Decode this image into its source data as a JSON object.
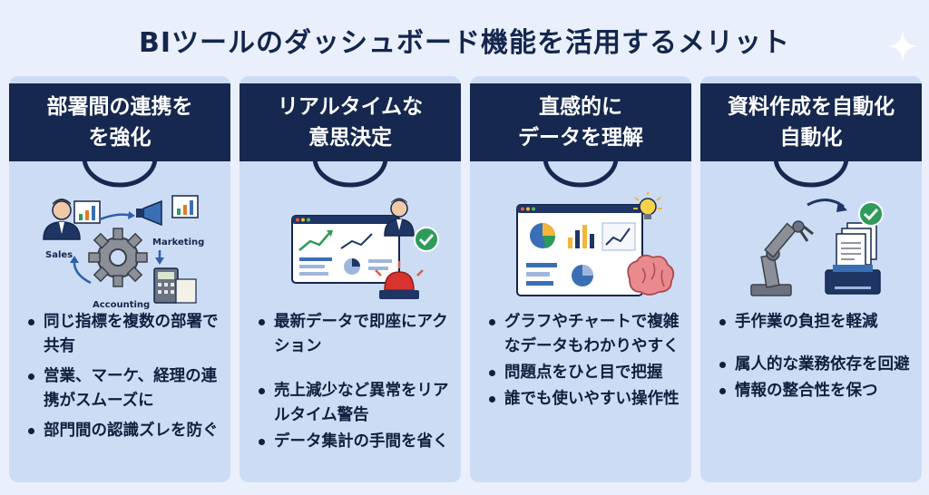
{
  "title": "BIツールのダッシュボード機能を活用するメリット",
  "colors": {
    "navy": "#16284f",
    "card_bg": "#cddcf5",
    "page_bg": "#e9f0fb",
    "accent_green": "#2e9b5a",
    "alarm_red": "#d9332f",
    "brain_pink": "#e98a8f"
  },
  "cards": [
    {
      "heading": [
        "部署間の連携を",
        "を強化"
      ],
      "icons": [
        "person-icon",
        "bar-chart-icon",
        "megaphone-icon",
        "gear-icon",
        "calculator-icon"
      ],
      "labels": {
        "sales": "Sales",
        "marketing": "Marketing",
        "accounting": "Accounting"
      },
      "items": [
        "同じ指標を複数の部署で共有",
        "営業、マーケ、経理の連携がスムーズに",
        "部門間の認識ズレを防ぐ"
      ]
    },
    {
      "heading": [
        "リアルタイムな",
        "意思決定"
      ],
      "icons": [
        "dashboard-icon",
        "person-icon",
        "check-icon",
        "alarm-icon"
      ],
      "items": [
        "最新データで即座にアクション",
        "売上減少など異常をリアルタイム警告",
        "データ集計の手間を省く"
      ]
    },
    {
      "heading": [
        "直感的に",
        "データを理解"
      ],
      "icons": [
        "dashboard-icon",
        "lightbulb-icon",
        "brain-icon"
      ],
      "items": [
        "グラフやチャートで複雑なデータもわかりやすく",
        "問題点をひと目で把握",
        "誰でも使いやすい操作性"
      ]
    },
    {
      "heading": [
        "資料作成を自動化",
        "自動化"
      ],
      "icons": [
        "robot-arm-icon",
        "document-stack-icon",
        "check-icon",
        "printer-icon"
      ],
      "items": [
        "手作業の負担を軽減",
        "属人的な業務依存を回避",
        "情報の整合性を保つ"
      ]
    }
  ]
}
